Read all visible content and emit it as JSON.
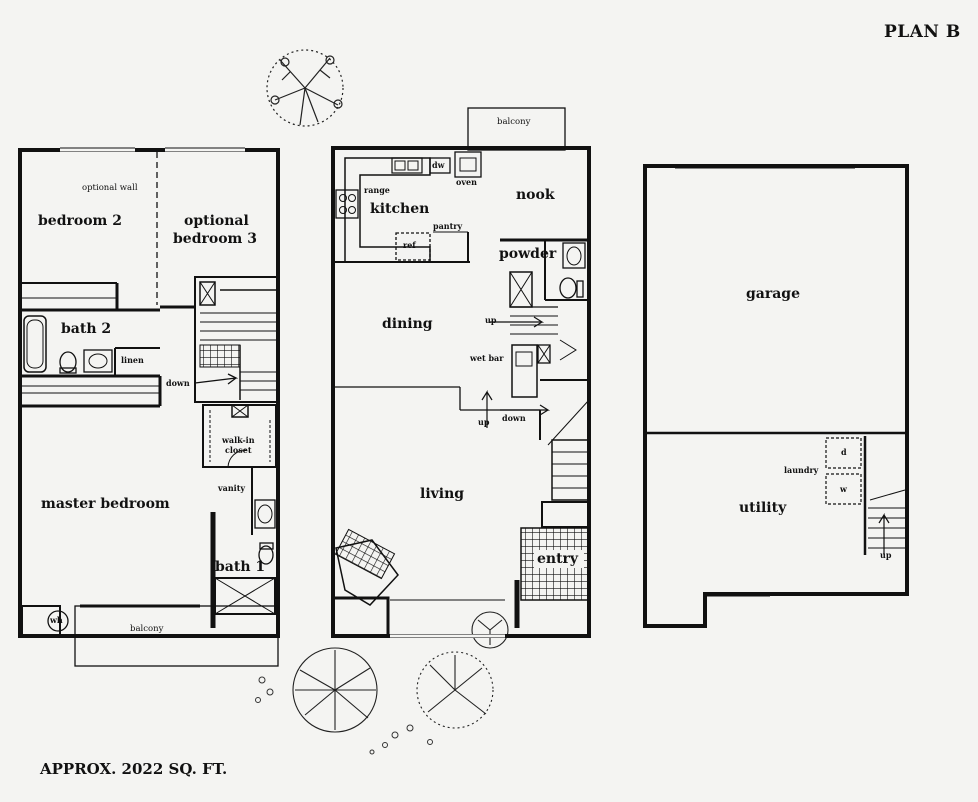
{
  "header": {
    "plan_label": "PLAN B"
  },
  "footer": {
    "area_label": "APPROX. 2022 SQ. FT."
  },
  "upper_floor": {
    "bedroom_2": "bedroom 2",
    "optional_wall": "optional wall",
    "optional_bedroom_3_line1": "optional",
    "optional_bedroom_3_line2": "bedroom 3",
    "bath_2": "bath 2",
    "linen": "linen",
    "down": "down",
    "walk_in_closet_line1": "walk-in",
    "walk_in_closet_line2": "closet",
    "vanity": "vanity",
    "master_bedroom": "master bedroom",
    "bath_1": "bath 1",
    "wh": "wh",
    "balcony": "balcony"
  },
  "main_floor": {
    "balcony": "balcony",
    "dw": "dw",
    "oven": "oven",
    "range": "range",
    "kitchen": "kitchen",
    "nook": "nook",
    "pantry": "pantry",
    "ref": "ref",
    "powder": "powder",
    "dining": "dining",
    "up_stair": "up",
    "wet_bar": "wet bar",
    "up_landing": "up",
    "down": "down",
    "living": "living",
    "entry": "entry"
  },
  "lower_floor": {
    "garage": "garage",
    "laundry": "laundry",
    "dryer": "d",
    "washer": "w",
    "utility": "utility",
    "up": "up"
  },
  "colors": {
    "line": "#111111",
    "paper": "#f4f4f2"
  }
}
